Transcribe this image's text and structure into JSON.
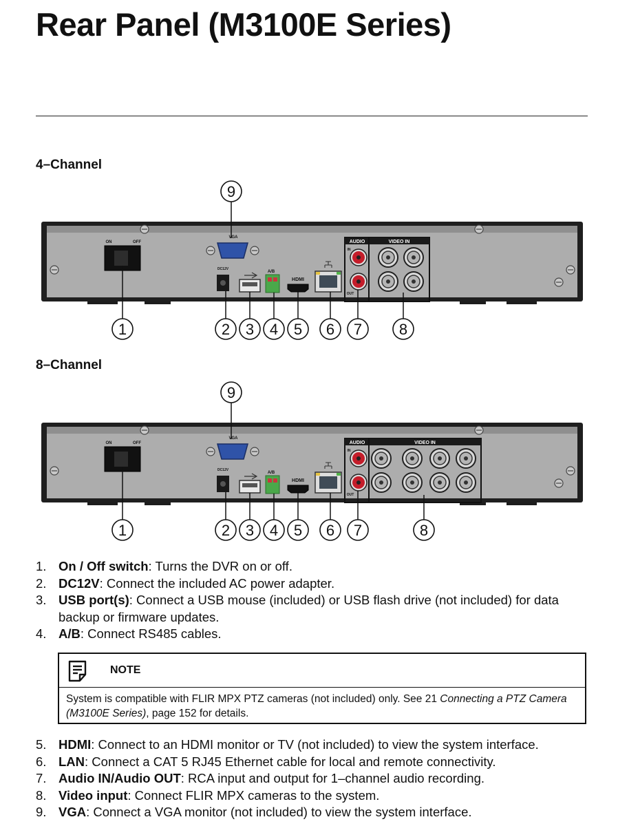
{
  "page": {
    "title": "Rear Panel (M3100E Series)",
    "sections": [
      {
        "heading": "4–Channel"
      },
      {
        "heading": "8–Channel"
      }
    ]
  },
  "panel_labels": {
    "on": "ON",
    "off": "OFF",
    "vga": "VGA",
    "dc12v": "DC12V",
    "ab": "A/B",
    "hdmi": "HDMI",
    "audio": "AUDIO",
    "video_in": "VIDEO IN",
    "in": "IN",
    "out": "OUT"
  },
  "callouts": [
    "1",
    "2",
    "3",
    "4",
    "5",
    "6",
    "7",
    "8",
    "9"
  ],
  "items_part1": [
    {
      "num": "1.",
      "term": "On / Off switch",
      "desc": ": Turns the DVR on or off."
    },
    {
      "num": "2.",
      "term": "DC12V",
      "desc": ": Connect the included AC power adapter."
    },
    {
      "num": "3.",
      "term": "USB port(s)",
      "desc": ": Connect a USB mouse (included) or USB flash drive (not included) for data backup or firmware updates."
    },
    {
      "num": "4.",
      "term": "A/B",
      "desc": ": Connect RS485 cables."
    }
  ],
  "note": {
    "label": "NOTE",
    "text_before": "System is compatible with FLIR MPX PTZ cameras (not included) only. See 21 ",
    "link_text": "Connecting a PTZ Camera (M3100E Series)",
    "text_after": ", page 152 for details."
  },
  "items_part2": [
    {
      "num": "5.",
      "term": "HDMI",
      "desc": ": Connect to an HDMI monitor or TV (not included) to view the system interface."
    },
    {
      "num": "6.",
      "term": "LAN",
      "desc": ": Connect a CAT 5 RJ45 Ethernet cable for local and remote connectivity."
    },
    {
      "num": "7.",
      "term": "Audio IN/Audio OUT",
      "desc": ": RCA input and output for 1–channel audio recording."
    },
    {
      "num": "8.",
      "term": "Video input",
      "desc": ": Connect FLIR MPX cameras to the system."
    },
    {
      "num": "9.",
      "term": "VGA",
      "desc": ": Connect a VGA monitor (not included) to view the system interface."
    }
  ]
}
